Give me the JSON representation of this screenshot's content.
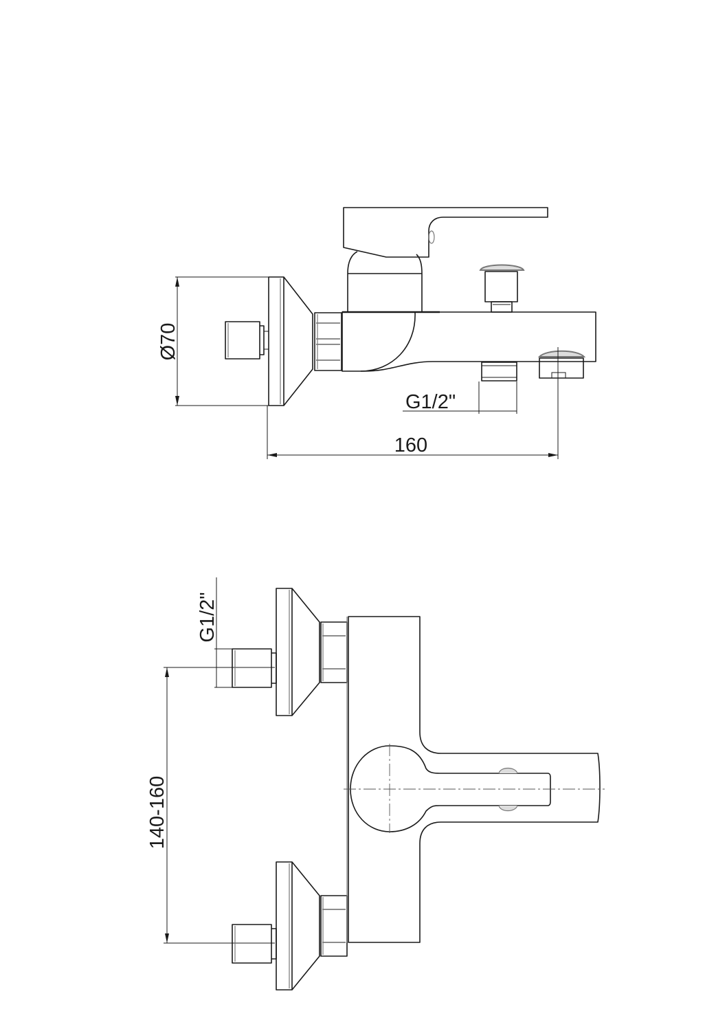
{
  "side_view": {
    "diameter_label": "Ø70",
    "thread_label": "G1/2\"",
    "length_label": "160"
  },
  "front_view": {
    "thread_label": "G1/2\"",
    "spacing_label": "140-160"
  }
}
